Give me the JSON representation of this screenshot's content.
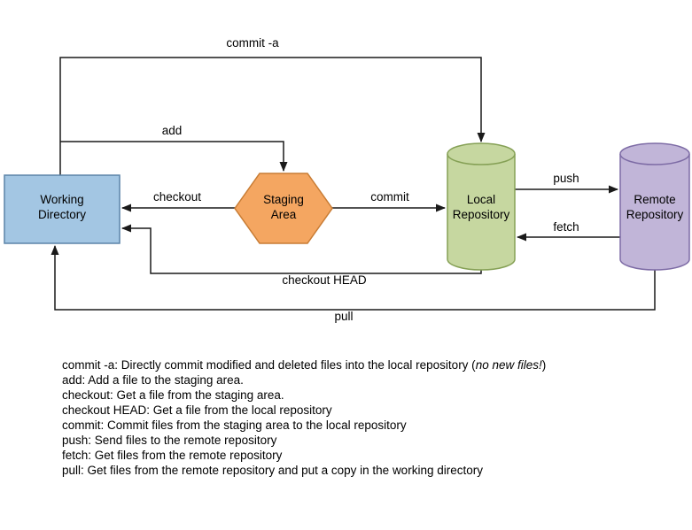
{
  "diagram": {
    "nodes": {
      "working_directory": {
        "lines": [
          "Working",
          "Directory"
        ],
        "fill": "#a3c6e3",
        "stroke": "#5b84a8"
      },
      "staging_area": {
        "lines": [
          "Staging",
          "Area"
        ],
        "fill": "#f4a661",
        "stroke": "#c87c34"
      },
      "local_repository": {
        "lines": [
          "Local",
          "Repository"
        ],
        "fill": "#c6d7a0",
        "stroke": "#85a055"
      },
      "remote_repository": {
        "lines": [
          "Remote",
          "Repository"
        ],
        "fill": "#c1b5d8",
        "stroke": "#7d6ba5"
      }
    },
    "edges": {
      "commit_a": "commit -a",
      "add": "add",
      "checkout": "checkout",
      "commit": "commit",
      "push": "push",
      "fetch": "fetch",
      "checkout_head": "checkout HEAD",
      "pull": "pull"
    }
  },
  "legend": {
    "commit_a_prefix": "commit -a: Directly commit modified and deleted files into the local repository (",
    "commit_a_italic": "no new files!",
    "commit_a_suffix": ")",
    "lines": [
      "add: Add a file to the staging area.",
      "checkout: Get a file from the staging area.",
      "checkout HEAD: Get a file from the local repository",
      "commit: Commit files from the staging area to the local repository",
      "push: Send files to the remote repository",
      "fetch: Get files from the remote repository",
      "pull: Get files from the remote repository and put a copy in the working directory"
    ]
  }
}
